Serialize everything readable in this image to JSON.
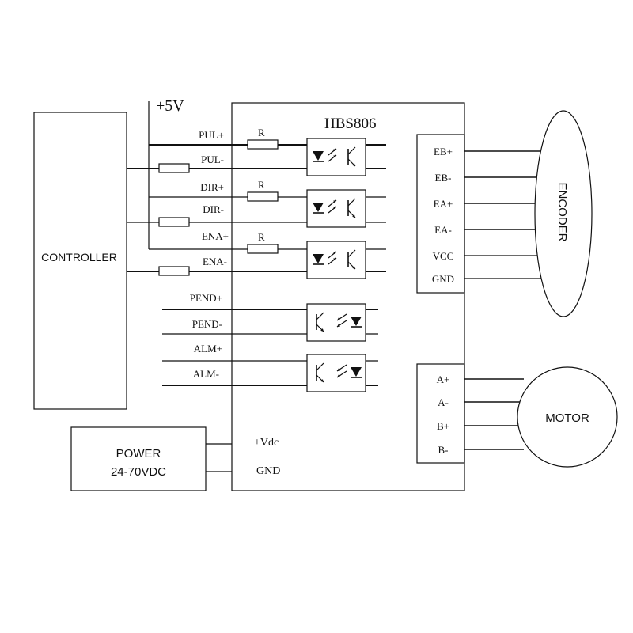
{
  "colors": {
    "line": "#111111",
    "background": "#ffffff"
  },
  "controller": {
    "label": "CONTROLLER"
  },
  "supply": {
    "label": "+5V"
  },
  "driver": {
    "title": "HBS806"
  },
  "resistor": {
    "label": "R"
  },
  "inputs": [
    {
      "label": "PUL+"
    },
    {
      "label": "PUL-"
    },
    {
      "label": "DIR+"
    },
    {
      "label": "DIR-"
    },
    {
      "label": "ENA+"
    },
    {
      "label": "ENA-"
    }
  ],
  "outputs": [
    {
      "label": "PEND+"
    },
    {
      "label": "PEND-"
    },
    {
      "label": "ALM+"
    },
    {
      "label": "ALM-"
    }
  ],
  "power": {
    "line1": "POWER",
    "line2": "24-70VDC",
    "vdc_label": "+Vdc",
    "gnd_label": "GND"
  },
  "encoder": {
    "label": "ENCODER",
    "pins": [
      {
        "label": "EB+"
      },
      {
        "label": "EB-"
      },
      {
        "label": "EA+"
      },
      {
        "label": "EA-"
      },
      {
        "label": "VCC"
      },
      {
        "label": "GND"
      }
    ]
  },
  "motor": {
    "label": "MOTOR",
    "pins": [
      {
        "label": "A+"
      },
      {
        "label": "A-"
      },
      {
        "label": "B+"
      },
      {
        "label": "B-"
      }
    ]
  }
}
